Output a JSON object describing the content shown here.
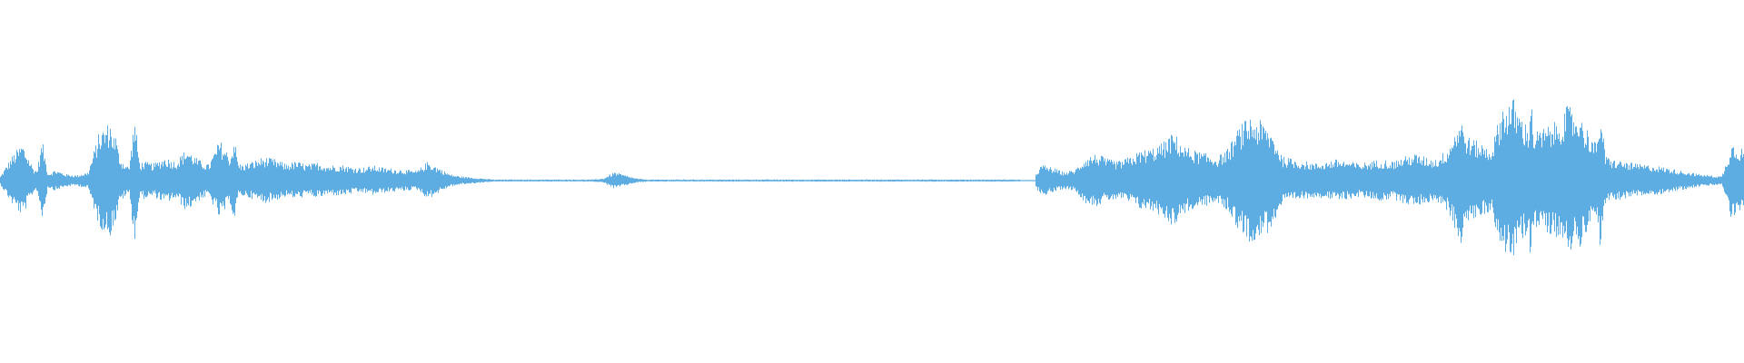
{
  "waveform": {
    "color": "#5dade2",
    "background": "#ffffff",
    "duration_segments": 160,
    "envelope": [
      0.04,
      0.22,
      0.35,
      0.12,
      0.05,
      0.1,
      0.06,
      0.05,
      0.08,
      0.45,
      0.55,
      0.2,
      0.1,
      0.18,
      0.16,
      0.22,
      0.18,
      0.3,
      0.2,
      0.15,
      0.38,
      0.22,
      0.15,
      0.18,
      0.22,
      0.2,
      0.16,
      0.18,
      0.15,
      0.17,
      0.14,
      0.15,
      0.13,
      0.12,
      0.14,
      0.12,
      0.11,
      0.1,
      0.09,
      0.18,
      0.12,
      0.06,
      0.04,
      0.03,
      0.02,
      0.01,
      0.01,
      0.01,
      0.01,
      0.01,
      0.01,
      0.01,
      0.01,
      0.01,
      0.01,
      0.02,
      0.08,
      0.05,
      0.02,
      0.01,
      0.01,
      0.01,
      0.01,
      0.01,
      0.01,
      0.01,
      0.01,
      0.01,
      0.01,
      0.01,
      0.01,
      0.01,
      0.01,
      0.01,
      0.01,
      0.01,
      0.01,
      0.01,
      0.01,
      0.01,
      0.01,
      0.01,
      0.01,
      0.01,
      0.01,
      0.01,
      0.01,
      0.01,
      0.01,
      0.01,
      0.01,
      0.01,
      0.01,
      0.01,
      0.01,
      0.15,
      0.12,
      0.08,
      0.1,
      0.22,
      0.25,
      0.2,
      0.18,
      0.22,
      0.28,
      0.3,
      0.35,
      0.45,
      0.32,
      0.28,
      0.25,
      0.22,
      0.3,
      0.5,
      0.6,
      0.55,
      0.45,
      0.22,
      0.2,
      0.18,
      0.16,
      0.18,
      0.2,
      0.18,
      0.16,
      0.18,
      0.2,
      0.18,
      0.22,
      0.25,
      0.22,
      0.2,
      0.3,
      0.55,
      0.4,
      0.35,
      0.3,
      0.7,
      0.75,
      0.55,
      0.45,
      0.5,
      0.55,
      0.7,
      0.6,
      0.45,
      0.25,
      0.2,
      0.18,
      0.16,
      0.15,
      0.14,
      0.12,
      0.1,
      0.08,
      0.06,
      0.05,
      0.04,
      0.35,
      0.3
    ],
    "spikes": [
      {
        "pos": 0.024,
        "amp": 0.38
      },
      {
        "pos": 0.066,
        "amp": 0.45
      },
      {
        "pos": 0.077,
        "amp": 0.6
      },
      {
        "pos": 0.134,
        "amp": 0.42
      },
      {
        "pos": 0.672,
        "amp": 0.42
      },
      {
        "pos": 0.711,
        "amp": 0.52
      },
      {
        "pos": 0.727,
        "amp": 0.52
      },
      {
        "pos": 0.838,
        "amp": 0.65
      },
      {
        "pos": 0.868,
        "amp": 0.8
      },
      {
        "pos": 0.878,
        "amp": 0.8
      },
      {
        "pos": 0.906,
        "amp": 0.75
      },
      {
        "pos": 0.918,
        "amp": 0.7
      },
      {
        "pos": 0.993,
        "amp": 0.4
      }
    ],
    "gap_start": 0.585,
    "gap_end": 0.594
  }
}
